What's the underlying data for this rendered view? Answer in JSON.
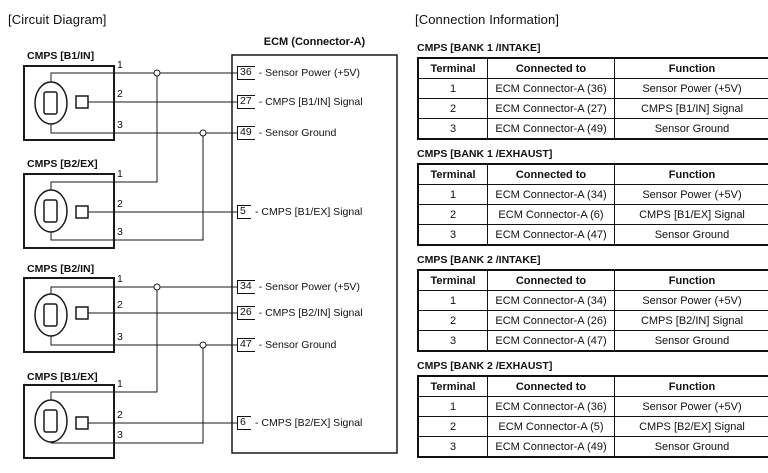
{
  "left": {
    "title": "[Circuit Diagram]",
    "connectors": [
      {
        "label": "CMPS [B1/IN]",
        "pins": [
          "1",
          "2",
          "3"
        ]
      },
      {
        "label": "CMPS [B2/EX]",
        "pins": [
          "1",
          "2",
          "3"
        ]
      },
      {
        "label": "CMPS [B2/IN]",
        "pins": [
          "1",
          "2",
          "3"
        ]
      },
      {
        "label": "CMPS [B1/EX]",
        "pins": [
          "1",
          "2",
          "3"
        ]
      }
    ],
    "ecm": {
      "title": "ECM (Connector-A)",
      "pins": [
        {
          "num": "36",
          "desc": "- Sensor Power (+5V)"
        },
        {
          "num": "27",
          "desc": "- CMPS [B1/IN] Signal"
        },
        {
          "num": "49",
          "desc": "- Sensor Ground"
        },
        {
          "num": "5",
          "desc": "- CMPS [B1/EX] Signal"
        },
        {
          "num": "34",
          "desc": "- Sensor Power (+5V)"
        },
        {
          "num": "26",
          "desc": "- CMPS [B2/IN] Signal"
        },
        {
          "num": "47",
          "desc": "- Sensor Ground"
        },
        {
          "num": "6",
          "desc": "- CMPS [B2/EX] Signal"
        }
      ]
    }
  },
  "right": {
    "title": "[Connection Information]",
    "tables": [
      {
        "heading": "CMPS [BANK 1 /INTAKE]",
        "columns": [
          "Terminal",
          "Connected to",
          "Function"
        ],
        "rows": [
          [
            "1",
            "ECM Connector-A (36)",
            "Sensor Power (+5V)"
          ],
          [
            "2",
            "ECM Connector-A (27)",
            "CMPS [B1/IN] Signal"
          ],
          [
            "3",
            "ECM Connector-A (49)",
            "Sensor Ground"
          ]
        ]
      },
      {
        "heading": "CMPS [BANK 1 /EXHAUST]",
        "columns": [
          "Terminal",
          "Connected to",
          "Function"
        ],
        "rows": [
          [
            "1",
            "ECM Connector-A (34)",
            "Sensor Power (+5V)"
          ],
          [
            "2",
            "ECM Connector-A (6)",
            "CMPS [B1/EX] Signal"
          ],
          [
            "3",
            "ECM Connector-A (47)",
            "Sensor Ground"
          ]
        ]
      },
      {
        "heading": "CMPS [BANK 2 /INTAKE]",
        "columns": [
          "Terminal",
          "Connected to",
          "Function"
        ],
        "rows": [
          [
            "1",
            "ECM Connector-A (34)",
            "Sensor Power (+5V)"
          ],
          [
            "2",
            "ECM Connector-A (26)",
            "CMPS [B2/IN] Signal"
          ],
          [
            "3",
            "ECM Connector-A (47)",
            "Sensor Ground"
          ]
        ]
      },
      {
        "heading": "CMPS [BANK 2 /EXHAUST]",
        "columns": [
          "Terminal",
          "Connected to",
          "Function"
        ],
        "rows": [
          [
            "1",
            "ECM Connector-A (36)",
            "Sensor Power (+5V)"
          ],
          [
            "2",
            "ECM Connector-A (5)",
            "CMPS [B2/EX] Signal"
          ],
          [
            "3",
            "ECM Connector-A (49)",
            "Sensor Ground"
          ]
        ]
      }
    ]
  }
}
